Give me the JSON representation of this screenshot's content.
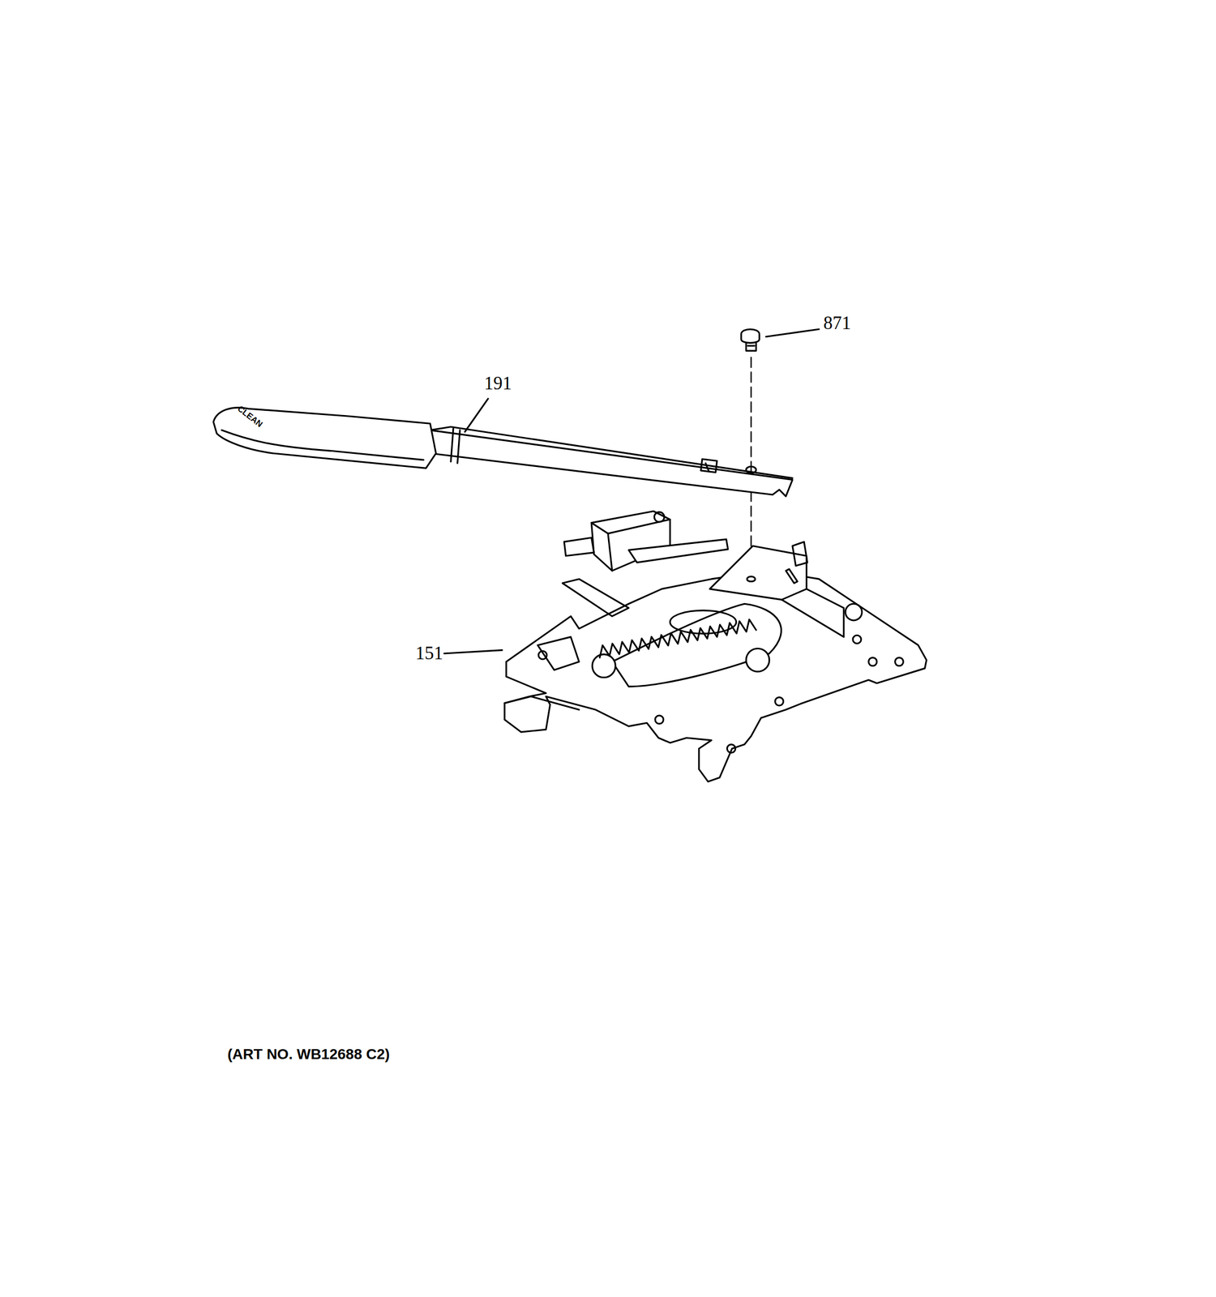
{
  "diagram": {
    "caption": "(ART NO. WB12688 C2)",
    "labels": [
      "871",
      "191",
      "151",
      "CLEAN"
    ]
  }
}
